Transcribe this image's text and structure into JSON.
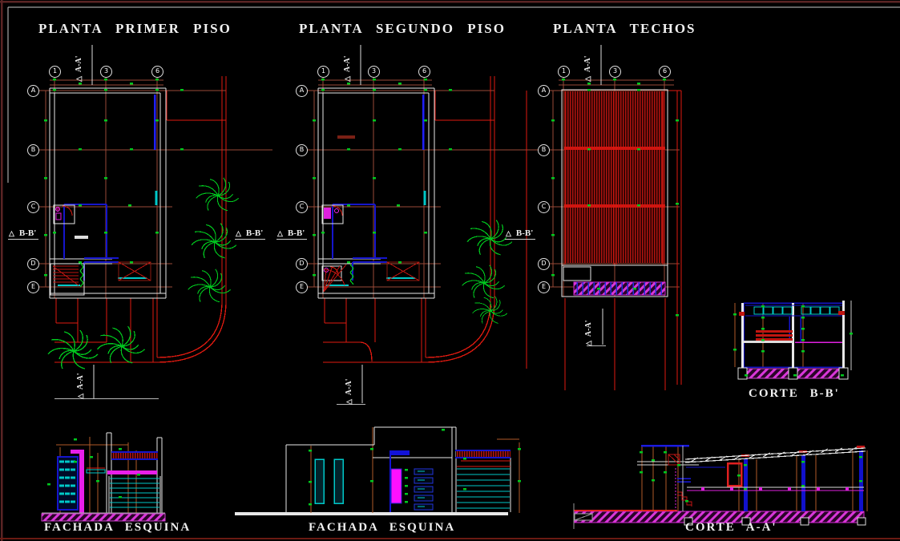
{
  "panels": {
    "plan1": {
      "title": "PLANTA PRIMER PISO"
    },
    "plan2": {
      "title": "PLANTA SEGUNDO PISO"
    },
    "plan3": {
      "title": "PLANTA TECHOS"
    },
    "corte_bb": {
      "title": "CORTE B-B'"
    },
    "fachada1": {
      "title": "FACHADA ESQUINA"
    },
    "fachada2": {
      "title": "FACHADA ESQUINA"
    },
    "corte_aa": {
      "title": "CORTE A-A'"
    }
  },
  "grid": {
    "cols": [
      "1",
      "3",
      "6"
    ],
    "rows": [
      "A",
      "B",
      "C",
      "D",
      "E"
    ]
  },
  "sections": {
    "arrow": "△",
    "aa": {
      "label": "A-A'"
    },
    "bb": {
      "label": "B-B'"
    }
  },
  "colors": {
    "background": "#000000",
    "street_red": "#df1a10",
    "wall_white": "#e8e8e8",
    "grid_brown": "#9a4a38",
    "partition_blue": "#1515cc",
    "glass_cyan": "#00c8c8",
    "fixture_magenta": "#e020e0",
    "tick_green": "#00c81e",
    "dim_orange": "#b05a28",
    "border_maroon": "#5a2424"
  }
}
